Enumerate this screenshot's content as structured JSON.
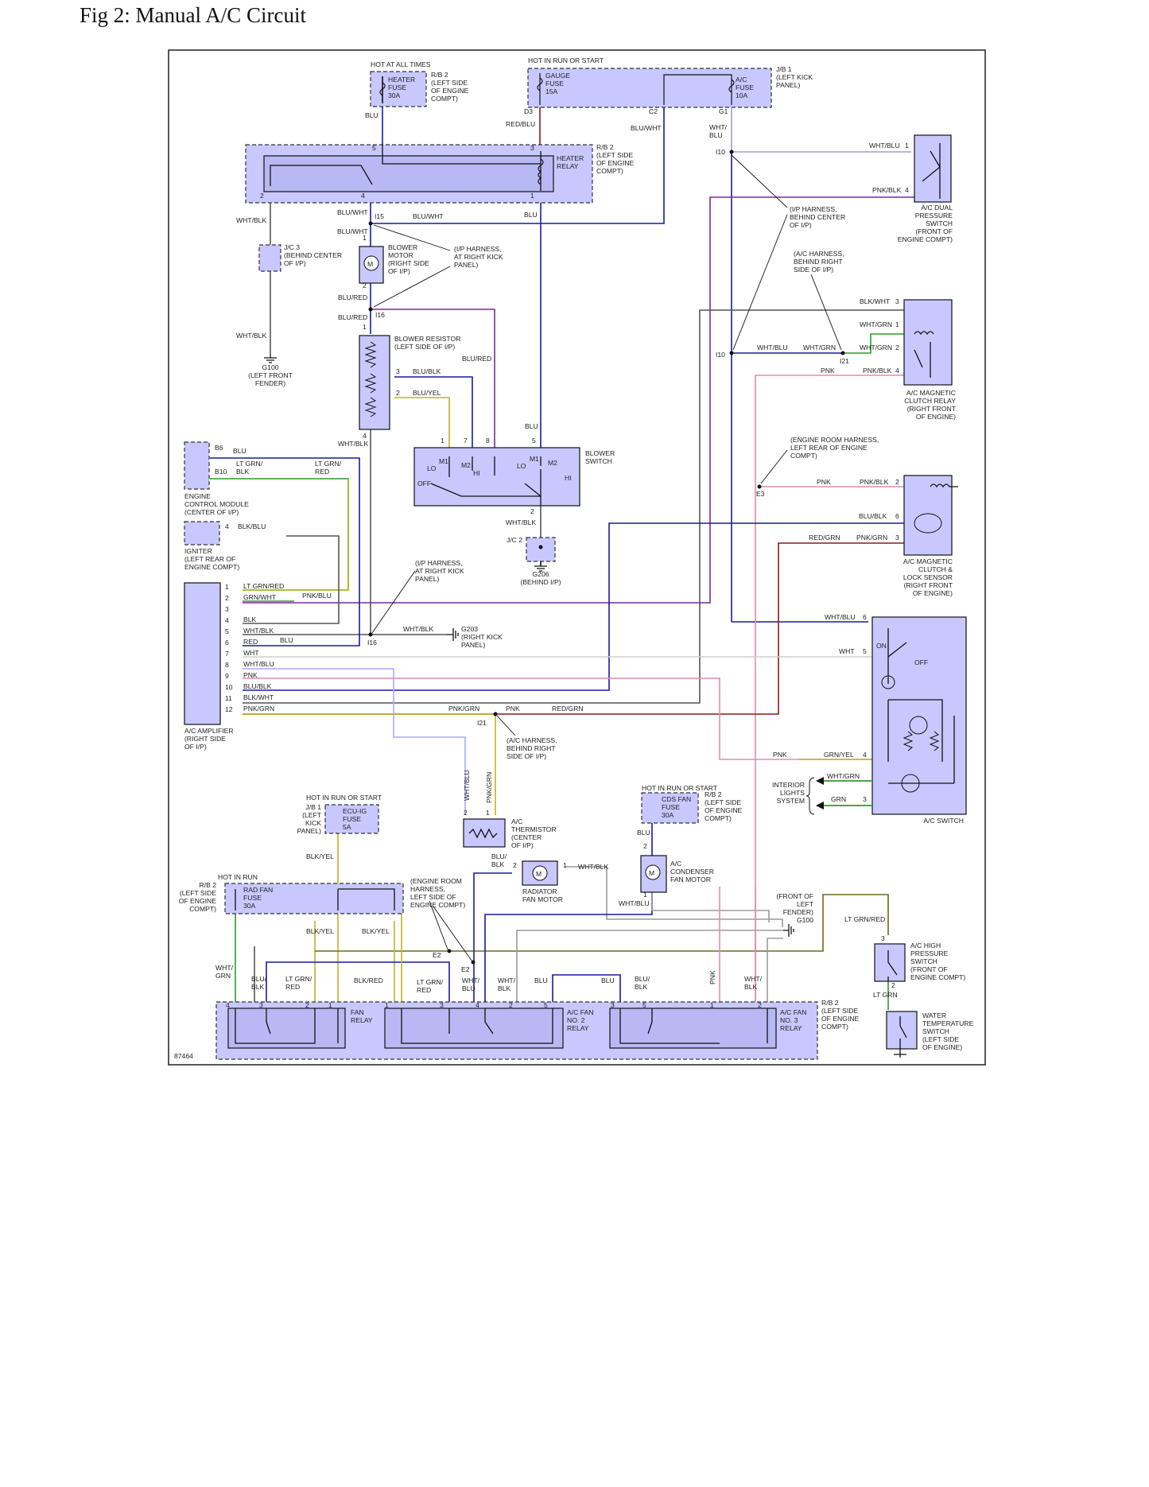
{
  "page_title": "Fig 2: Manual A/C Circuit",
  "figure_id": "87464",
  "colors": {
    "blue": "#1a1a9e",
    "dark_red": "#8a1a1a",
    "pink": "#e58ab0",
    "green": "#2f9a2f",
    "yellow": "#b8b820",
    "gray": "#9b9b9b",
    "light_gray": "#cfcfcf",
    "black": "#111111",
    "purple": "#7a2a9a",
    "lavender": "#a9a9ff",
    "olive": "#6b6b1a",
    "component_fill": "#c8c8ff"
  },
  "labels": {
    "hot_at_all_times": "HOT AT ALL TIMES",
    "hot_in_run_or_start_top": "HOT IN RUN OR START",
    "heater_fuse": "HEATER\nFUSE\n30A",
    "rb2_top": "R/B 2\n(LEFT SIDE\nOF ENGINE\nCOMPT)",
    "gauge_fuse": "GAUGE\nFUSE\n15A",
    "ac_fuse": "A/C\nFUSE\n10A",
    "jb1_top": "J/B 1\n(LEFT KICK\nPANEL)",
    "blu_1": "BLU",
    "d3": "D3",
    "red_blu": "RED/BLU",
    "c2": "C2",
    "g1": "G1",
    "blu_wht_1": "BLU/WHT",
    "wht_blu_1": "WHT/\nBLU",
    "i10_a": "I10",
    "wht_blu_2": "WHT/BLU",
    "heater_relay": "HEATER\nRELAY",
    "rb2_heater": "R/B 2\n(LEFT SIDE\nOF ENGINE\nCOMPT)",
    "ac_dual_pressure": "A/C DUAL\nPRESSURE\nSWITCH\n(FRONT OF\nENGINE COMPT)",
    "pnk_blk_1": "PNK/BLK",
    "wht_blk_1": "WHT/BLK",
    "blu_wht_2": "BLU/WHT",
    "i15": "I15",
    "blu_wht_3": "BLU/WHT",
    "blu_2": "BLU",
    "ip_harness_center": "(I/P HARNESS,\nBEHIND CENTER\nOF I/P)",
    "jc3": "J/C 3\n(BEHIND CENTER\nOF I/P)",
    "blu_wht_4": "BLU/WHT",
    "blower_motor": "BLOWER\nMOTOR\n(RIGHT SIDE\nOF I/P)",
    "ip_harness_kick": "(I/P HARNESS,\nAT RIGHT KICK\nPANEL)",
    "ac_harness_right": "(A/C HARNESS,\nBEHIND RIGHT\nSIDE OF I/P)",
    "blu_red_1": "BLU/RED",
    "blu_red_2": "BLU/RED",
    "i16_a": "I16",
    "blk_wht_1": "BLK/WHT",
    "wht_grn_1": "WHT/GRN",
    "wht_blk_2": "WHT/BLK",
    "blower_resistor": "BLOWER RESISTOR\n(LEFT SIDE OF I/P)",
    "blu_red_3": "BLU/RED",
    "i10_b": "I10",
    "wht_blu_3": "WHT/BLU",
    "wht_grn_2": "WHT/GRN",
    "i21_a": "I21",
    "wht_grn_3": "WHT/GRN",
    "pnk_1": "PNK",
    "pnk_blk_2": "PNK/BLK",
    "ac_mag_clutch_relay": "A/C MAGNETIC\nCLUTCH RELAY\n(RIGHT FRONT\nOF ENGINE)",
    "g100_left": "G100\n(LEFT FRONT\nFENDER)",
    "blu_blk_1": "BLU/BLK",
    "blu_yel_1": "BLU/YEL",
    "engine_room_harness_1": "(ENGINE ROOM HARNESS,\nLEFT REAR OF ENGINE\nCOMPT)",
    "blu_3": "BLU",
    "wht_blk_3": "WHT/BLK",
    "b6": "B6",
    "blu_4": "BLU",
    "b10": "B10",
    "lt_grn_blk": "LT GRN/\nBLK",
    "lt_grn_red_1": "LT GRN/\nRED",
    "blower_switch": "BLOWER\nSWITCH",
    "lo_1": "LO",
    "m1_1": "M1",
    "m2_1": "M2",
    "hi_1": "HI",
    "lo_2": "LO",
    "m1_2": "M1",
    "m2_2": "M2",
    "hi_2": "HI",
    "off_1": "OFF",
    "e3": "E3",
    "pnk_2": "PNK",
    "pnk_blk_3": "PNK/BLK",
    "ecm": "ENGINE\nCONTROL MODULE\n(CENTER OF I/P)",
    "wht_blk_4": "WHT/BLK",
    "blu_blk_2": "BLU/BLK",
    "ac_mag_clutch_sensor": "A/C MAGNETIC\nCLUTCH &\nLOCK SENSOR\n(RIGHT FRONT\nOF ENGINE)",
    "blk_blu": "BLK/BLU",
    "jc2": "J/C 2",
    "red_grn_1": "RED/GRN",
    "pnk_grn_1": "PNK/GRN",
    "igniter": "IGNITER\n(LEFT REAR OF\nENGINE COMPT)",
    "g206": "G206\n(BEHIND I/P)",
    "ip_harness_kick2": "(I/P HARNESS,\nAT RIGHT KICK\nPANEL)",
    "amp_pins": [
      "LT GRN/RED",
      "GRN/WHT",
      "",
      "BLK",
      "WHT/BLK",
      "RED",
      "WHT",
      "WHT/BLU",
      "PNK",
      "BLU/BLK",
      "BLK/WHT",
      "PNK/GRN"
    ],
    "pnk_blu": "PNK/BLU",
    "blu_5": "BLU",
    "wht_blk_5": "WHT/BLK",
    "g203": "G203\n(RIGHT KICK\nPANEL)",
    "i16_b": "I16",
    "wht_blu_4": "WHT/BLU",
    "wht_1": "WHT",
    "on": "ON",
    "off_2": "OFF",
    "pnk_grn_2": "PNK/GRN",
    "pnk_3": "PNK",
    "red_grn_2": "RED/GRN",
    "i21_b": "I21",
    "ac_amplifier": "A/C AMPLIFIER\n(RIGHT SIDE\nOF I/P)",
    "ac_harness_right2": "(A/C HARNESS,\nBEHIND RIGHT\nSIDE OF I/P)",
    "pnk_4": "PNK",
    "grn_yel": "GRN/YEL",
    "wht_grn_4": "WHT/GRN",
    "interior_lights": "INTERIOR\nLIGHTS\nSYSTEM",
    "grn_1": "GRN",
    "ac_switch": "A/C SWITCH",
    "wht_blu_v": "WHT/BLU",
    "pnk_grn_v": "PNK/GRN",
    "hot_in_run_or_start_mid": "HOT IN RUN OR START",
    "cds_fan_fuse": "CDS FAN\nFUSE\n30A",
    "rb2_cds": "R/B 2\n(LEFT SIDE\nOF ENGINE\nCOMPT)",
    "hot_in_run_or_start_ecu": "HOT IN RUN OR START",
    "jb1_ecu": "J/B 1\n(LEFT\nKICK\nPANEL)",
    "ecu_ig_fuse": "ECU-IG\nFUSE\n5A",
    "ac_thermistor": "A/C\nTHERMISTOR\n(CENTER\nOF I/P)",
    "blu_6": "BLU",
    "blk_yel_1": "BLK/YEL",
    "blu_blk_3": "BLU/\nBLK",
    "wht_blk_6": "WHT/BLK",
    "ac_condenser_fan": "A/C\nCONDENSER\nFAN MOTOR",
    "radiator_fan_motor": "RADIATOR\nFAN MOTOR",
    "wht_blu_5": "WHT/BLU",
    "hot_in_run": "HOT IN RUN",
    "rb2_rad": "R/B 2\n(LEFT SIDE\nOF ENGINE\nCOMPT)",
    "rad_fan_fuse": "RAD FAN\nFUSE\n30A",
    "engine_room_harness_2": "(ENGINE ROOM\nHARNESS,\nLEFT SIDE OF\nENGINE COMPT)",
    "front_left_fender": "(FRONT OF\nLEFT\nFENDER)\nG100",
    "lt_grn_red_2": "LT GRN/RED",
    "blk_yel_2": "BLK/YEL",
    "blk_yel_3": "BLK/YEL",
    "e2_a": "E2",
    "e2_b": "E2",
    "ac_high_pressure": "A/C HIGH\nPRESSURE\nSWITCH\n(FRONT OF\nENGINE COMPT)",
    "wht_grn_5": "WHT/\nGRN",
    "blu_blk_4": "BLU/\nBLK",
    "lt_grn_red_3": "LT GRN/\nRED",
    "blk_red": "BLK/RED",
    "lt_grn_red_4": "LT GRN/\nRED",
    "wht_blu_6": "WHT/\nBLU",
    "wht_blk_7": "WHT/\nBLK",
    "blu_7": "BLU",
    "blu_8": "BLU",
    "blu_blk_5": "BLU/\nBLK",
    "pnk_v": "PNK",
    "wht_blk_8": "WHT/\nBLK",
    "lt_grn_1": "LT GRN",
    "water_temp_switch": "WATER\nTEMPERATURE\nSWITCH\n(LEFT SIDE\nOF ENGINE)",
    "fan_relay": "FAN\nRELAY",
    "ac_fan_no2": "A/C FAN\nNO. 2\nRELAY",
    "ac_fan_no3": "A/C FAN\nNO. 3\nRELAY",
    "rb2_bottom": "R/B 2\n(LEFT SIDE\nOF ENGINE\nCOMPT)"
  },
  "pins": {
    "p5": "5",
    "p3": "3",
    "p2": "2",
    "p4": "4",
    "p1": "1",
    "p6": "6",
    "p7": "7",
    "p8": "8"
  }
}
